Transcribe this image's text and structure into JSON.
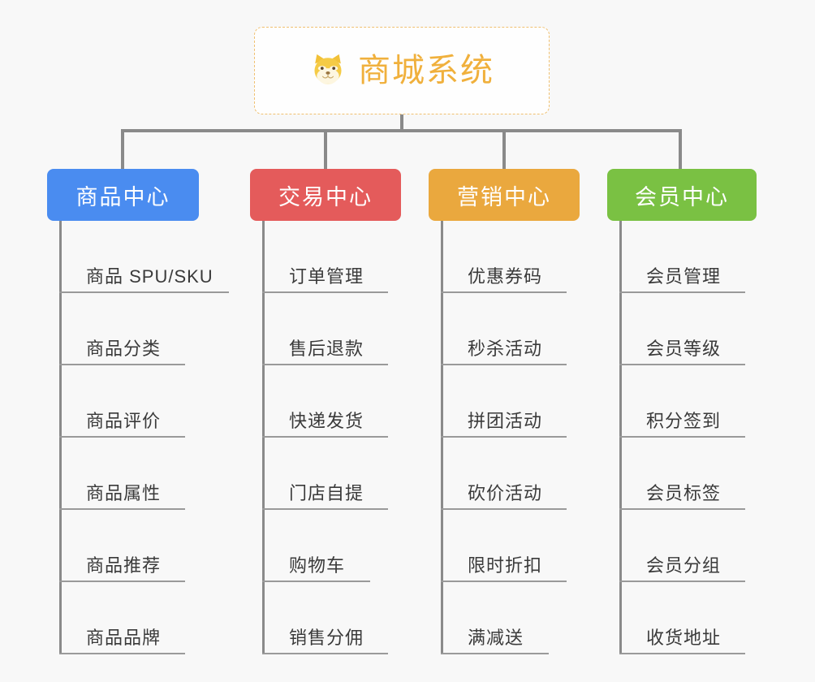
{
  "page": {
    "background_color": "#f8f8f8",
    "type": "mindmap"
  },
  "root": {
    "title": "商城系统",
    "icon": "shiba-dog-face-icon",
    "text_color": "#f0b03c",
    "border_color": "#f0c070"
  },
  "columns": [
    {
      "header": "商品中心",
      "color": "#4a8cf0",
      "items": [
        "商品 SPU/SKU",
        "商品分类",
        "商品评价",
        "商品属性",
        "商品推荐",
        "商品品牌"
      ]
    },
    {
      "header": "交易中心",
      "color": "#e45b5b",
      "items": [
        "订单管理",
        "售后退款",
        "快递发货",
        "门店自提",
        "购物车",
        "销售分佣"
      ]
    },
    {
      "header": "营销中心",
      "color": "#eaa83e",
      "items": [
        "优惠券码",
        "秒杀活动",
        "拼团活动",
        "砍价活动",
        "限时折扣",
        "满减送"
      ]
    },
    {
      "header": "会员中心",
      "color": "#7ac143",
      "items": [
        "会员管理",
        "会员等级",
        "积分签到",
        "会员标签",
        "会员分组",
        "收货地址"
      ]
    }
  ],
  "connector": {
    "color": "#8a8a8a",
    "leaf_line_color": "#9a9a9a"
  }
}
